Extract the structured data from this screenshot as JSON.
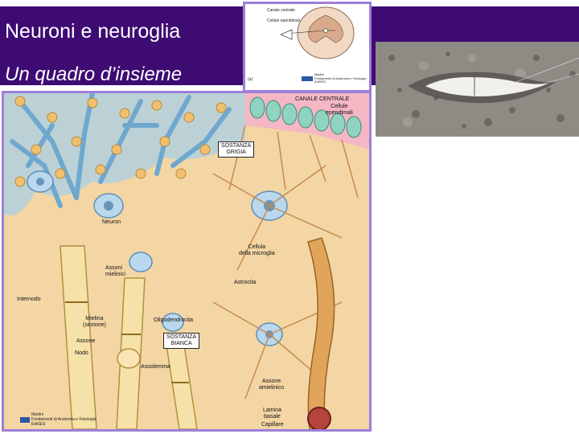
{
  "slide": {
    "title": "Neuroni e neuroglia",
    "subtitle": "Un quadro d’insieme",
    "colors": {
      "title_band": "#3e0b73",
      "figure_border": "#9c7fd8",
      "title_text": "#ffffff"
    }
  },
  "main_figure": {
    "labels": {
      "canale_centrale": "CANALE CENTRALE",
      "cellule_ependimali": "Cellule\nependimali",
      "sostanza_grigia": "SOSTANZA\nGRIGIA",
      "neuron": "Neuron",
      "cellula_microglia": "Cellula\ndella microglia",
      "assoni_mielinici": "Assoni\nmielinici",
      "internodo": "Internodo",
      "astrocita": "Astrocita",
      "mielina": "Mielina\n(sezione)",
      "oligodendrocita": "Oligodendrocita",
      "sostanza_bianca": "SOSTANZA\nBIANCA",
      "assone": "Assone",
      "nodo": "Nodo",
      "assolemma": "Assolemma",
      "assone_amielinico": "Assone\namielinico",
      "lamina_basale": "Lamina\nbasale",
      "capillare": "Capillare"
    },
    "publisher": "Martini\nFondamenti di Anatomia e Fisiologia\nEdiSES"
  },
  "inset_figure": {
    "labels": {
      "canale_centrale": "Canale centrale",
      "cellule_ependimali": "Cellule ependimali",
      "panel_letter": "(a)"
    },
    "publisher": "Martini\nFondamenti di Anatomia e Fisiologia\nEdiSES"
  }
}
